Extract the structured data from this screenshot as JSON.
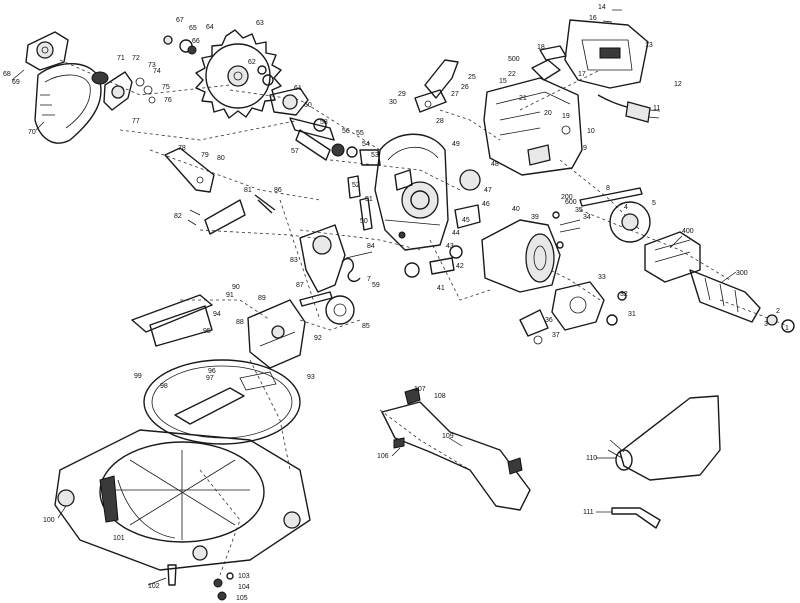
{
  "callouts": {
    "c1": "1",
    "c2": "2",
    "c3": "3",
    "c4": "4",
    "c5": "5",
    "c7": "7",
    "c8": "8",
    "c9": "9",
    "c10": "10",
    "c11": "11",
    "c12": "12",
    "c13": "13",
    "c14": "14",
    "c15": "15",
    "c16": "16",
    "c17": "17",
    "c18": "18",
    "c19": "19",
    "c20": "20",
    "c21": "21",
    "c22": "22",
    "c25": "25",
    "c26": "26",
    "c27": "27",
    "c28": "28",
    "c29": "29",
    "c30": "30",
    "c31": "31",
    "c32": "32",
    "c33": "33",
    "c34": "34",
    "c35": "35",
    "c36": "36",
    "c37": "37",
    "c39": "39",
    "c40": "40",
    "c41": "41",
    "c42": "42",
    "c43": "43",
    "c44": "44",
    "c45": "45",
    "c46": "46",
    "c47": "47",
    "c48": "48",
    "c49": "49",
    "c50": "50",
    "c51": "51",
    "c52": "52",
    "c53": "53",
    "c54": "54",
    "c55": "55",
    "c56": "56",
    "c57": "57",
    "c58": "58",
    "c59": "59",
    "c60": "60",
    "c61": "61",
    "c62": "62",
    "c63": "63",
    "c64": "64",
    "c65": "65",
    "c66": "66",
    "c67": "67",
    "c68": "68",
    "c69": "69",
    "c70": "70",
    "c71": "71",
    "c72": "72",
    "c73": "73",
    "c74": "74",
    "c75": "75",
    "c76": "76",
    "c77": "77",
    "c78": "78",
    "c79": "79",
    "c80": "80",
    "c81": "81",
    "c82": "82",
    "c83": "83",
    "c84": "84",
    "c85": "85",
    "c86": "86",
    "c87": "87",
    "c88": "88",
    "c89": "89",
    "c90": "90",
    "c91": "91",
    "c92": "92",
    "c93": "93",
    "c94": "94",
    "c95": "95",
    "c96": "96",
    "c97": "97",
    "c98": "98",
    "c99": "99",
    "c100": "100",
    "c101": "101",
    "c102": "102",
    "c103": "103",
    "c104": "104",
    "c105": "105",
    "c106": "106",
    "c107": "107",
    "c108": "108",
    "c109": "109",
    "c110": "110",
    "c111": "111",
    "c200": "200",
    "c300": "300",
    "c400": "400",
    "c500": "500",
    "c600": "600"
  }
}
